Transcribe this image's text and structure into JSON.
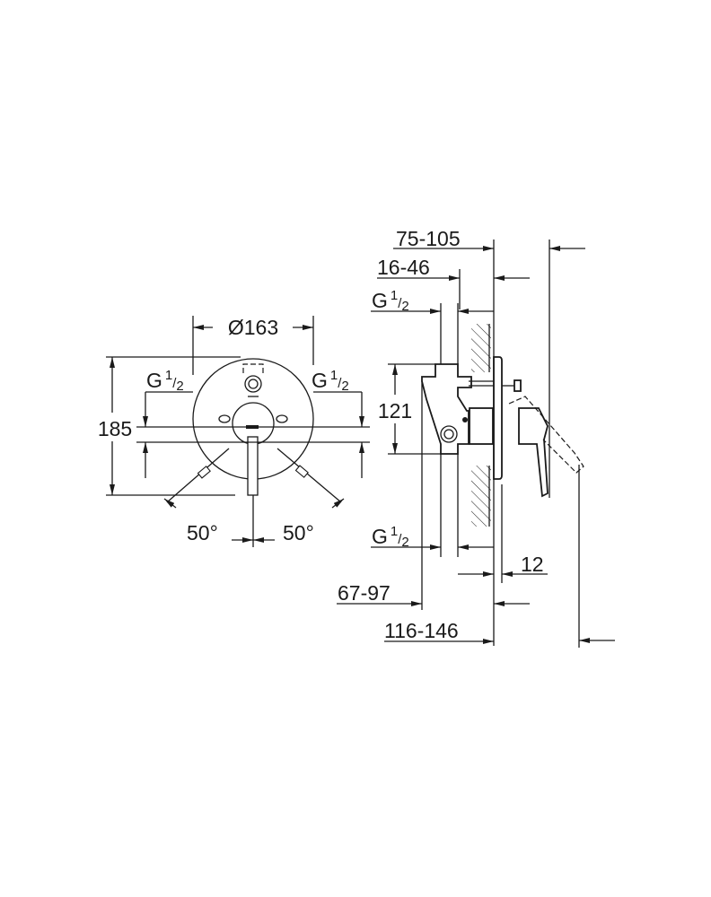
{
  "left_view": {
    "diameter": "Ø163",
    "height": "185",
    "angle_left": "50°",
    "angle_right": "50°",
    "thread_left": {
      "letter": "G",
      "num": "1",
      "den": "2"
    },
    "thread_right": {
      "letter": "G",
      "num": "1",
      "den": "2"
    }
  },
  "side_view": {
    "depth_total": "75-105",
    "depth_body": "16-46",
    "thread_top": {
      "letter": "G",
      "num": "1",
      "den": "2"
    },
    "spacing": "121",
    "thread_bottom": {
      "letter": "G",
      "num": "1",
      "den": "2"
    },
    "plate": "12",
    "depth_min": "67-97",
    "depth_max": "116-146"
  }
}
